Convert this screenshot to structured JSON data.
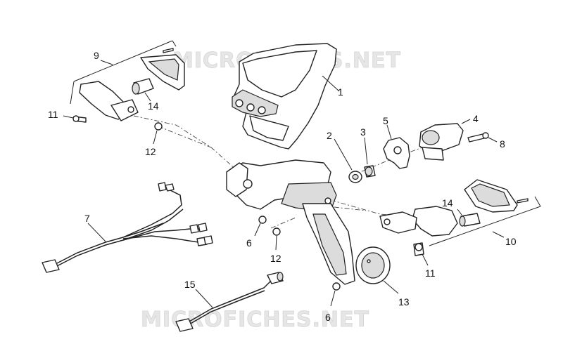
{
  "watermarks": {
    "top": "MICROFICHES.NET",
    "bottom": "MICROFICHES.NET"
  },
  "callouts": {
    "c1": "1",
    "c2": "2",
    "c3": "3",
    "c4": "4",
    "c5": "5",
    "c6a": "6",
    "c6b": "6",
    "c7": "7",
    "c8": "8",
    "c9": "9",
    "c10": "10",
    "c11a": "11",
    "c11b": "11",
    "c12a": "12",
    "c12b": "12",
    "c13": "13",
    "c14a": "14",
    "c14b": "14",
    "c15": "15"
  },
  "colors": {
    "line": "#222222",
    "watermark": "#e6e6e6",
    "background": "#ffffff"
  }
}
